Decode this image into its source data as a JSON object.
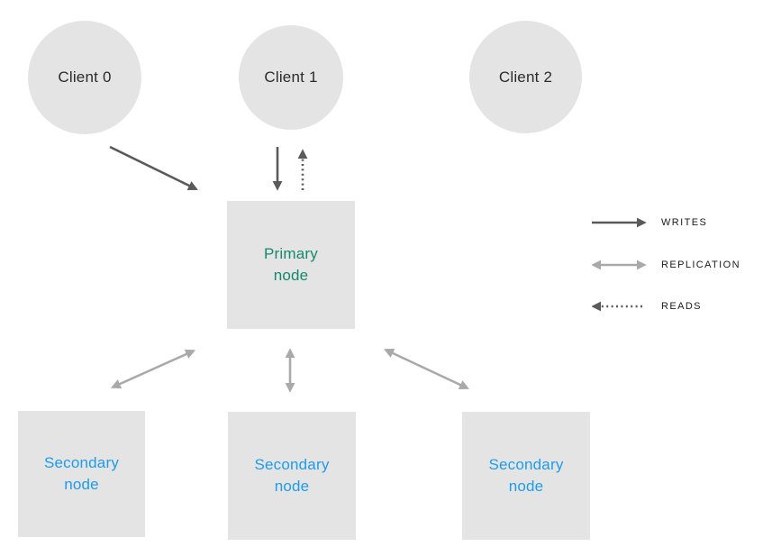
{
  "diagram": {
    "title": "primary-secondary-replication-diagram",
    "clients": [
      {
        "label": "Client 0"
      },
      {
        "label": "Client 1"
      },
      {
        "label": "Client 2"
      }
    ],
    "primary": {
      "lines": [
        "Primary",
        "node"
      ]
    },
    "secondaries": [
      {
        "lines": [
          "Secondary",
          "node"
        ]
      },
      {
        "lines": [
          "Secondary",
          "node"
        ]
      },
      {
        "lines": [
          "Secondary",
          "node"
        ]
      }
    ],
    "legend": [
      {
        "label": "WRITES",
        "arrow_style": "solid-dark-right"
      },
      {
        "label": "REPLICATION",
        "arrow_style": "double-headed-light"
      },
      {
        "label": "READS",
        "arrow_style": "dotted-dark-left"
      }
    ],
    "colors": {
      "node_fill": "#E4E4E4",
      "client_text": "#2B2B2B",
      "primary_text": "#15896C",
      "secondary_text": "#1E9CE9",
      "writes_arrow": "#595A5C",
      "replication_arrow": "#A9A9A9",
      "reads_arrow": "#58595B",
      "legend_text": "#1A1A1A"
    }
  }
}
